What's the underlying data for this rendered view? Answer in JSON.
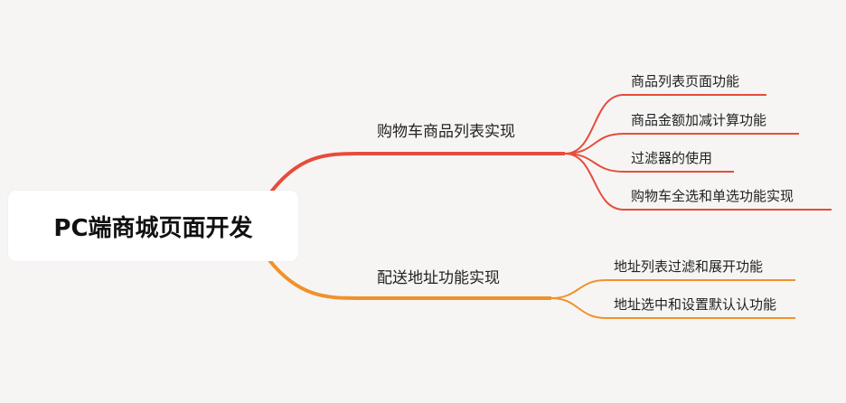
{
  "root": {
    "label": "PC端商城页面开发"
  },
  "branches": [
    {
      "label": "购物车商品列表实现",
      "color": "#e74c3c",
      "children": [
        "商品列表页面功能",
        "商品金额加减计算功能",
        "过滤器的使用",
        "购物车全选和单选功能实现"
      ]
    },
    {
      "label": "配送地址功能实现",
      "color": "#f0922b",
      "children": [
        "地址列表过滤和展开功能",
        "地址选中和设置默认认功能"
      ]
    }
  ],
  "colors": {
    "background": "#f6f5f4",
    "root_box": "#ffffff",
    "text": "#222222"
  }
}
